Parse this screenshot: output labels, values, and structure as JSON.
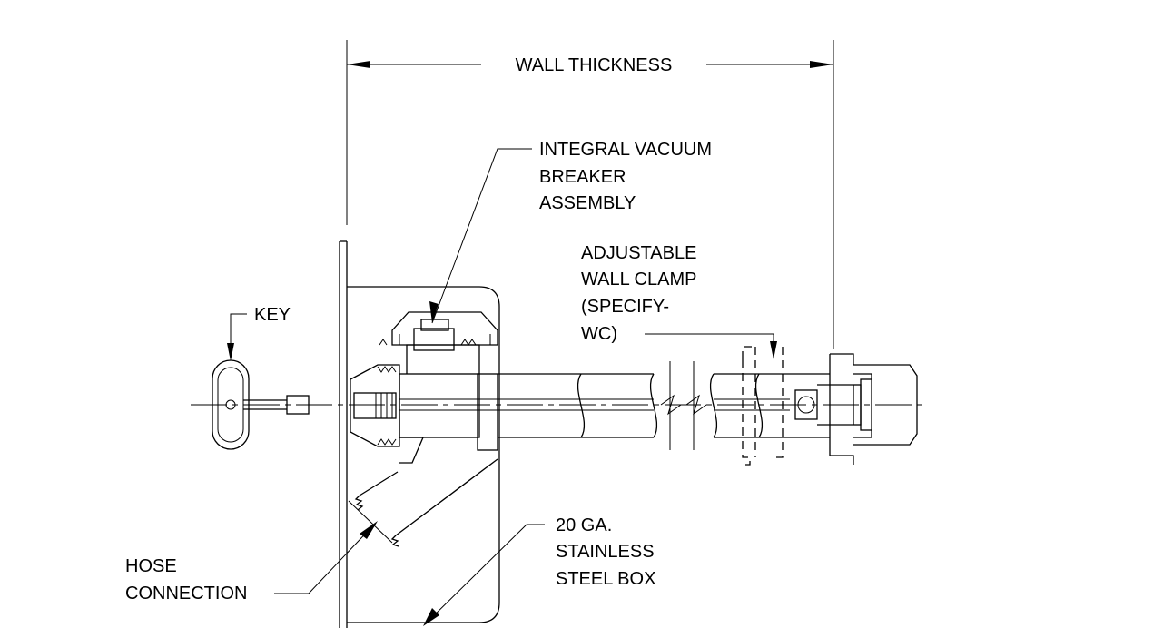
{
  "labels": {
    "wall_thickness": "WALL THICKNESS",
    "vacuum_breaker": [
      "INTEGRAL VACUUM",
      "BREAKER",
      "ASSEMBLY"
    ],
    "wall_clamp": [
      "ADJUSTABLE",
      "WALL CLAMP",
      "(SPECIFY-",
      "WC)"
    ],
    "key": "KEY",
    "hose_connection": [
      "HOSE",
      "CONNECTION"
    ],
    "box": [
      "20 GA.",
      "STAINLESS",
      "STEEL BOX"
    ]
  }
}
